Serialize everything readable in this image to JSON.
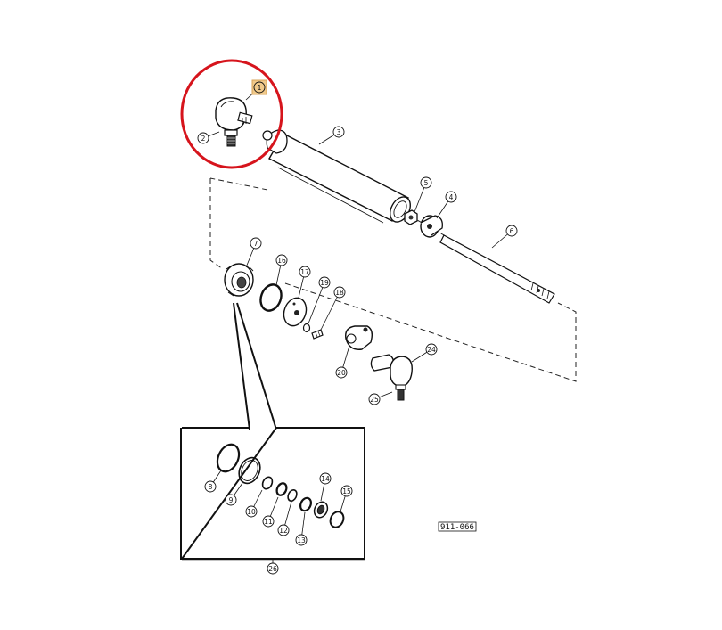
{
  "diagram": {
    "reference_code": "911-066",
    "highlight_color": "#d6141c",
    "selected_badge_color": "#f0c98a",
    "callouts": [
      {
        "id": "1",
        "label": "1"
      },
      {
        "id": "2",
        "label": "2"
      },
      {
        "id": "3",
        "label": "3"
      },
      {
        "id": "4",
        "label": "4"
      },
      {
        "id": "5",
        "label": "5"
      },
      {
        "id": "6",
        "label": "6"
      },
      {
        "id": "7",
        "label": "7"
      },
      {
        "id": "8",
        "label": "8"
      },
      {
        "id": "9",
        "label": "9"
      },
      {
        "id": "10",
        "label": "10"
      },
      {
        "id": "11",
        "label": "11"
      },
      {
        "id": "12",
        "label": "12"
      },
      {
        "id": "13",
        "label": "13"
      },
      {
        "id": "14",
        "label": "14"
      },
      {
        "id": "15",
        "label": "15"
      },
      {
        "id": "16",
        "label": "16"
      },
      {
        "id": "17",
        "label": "17"
      },
      {
        "id": "18",
        "label": "18"
      },
      {
        "id": "19",
        "label": "19"
      },
      {
        "id": "20",
        "label": "20"
      },
      {
        "id": "24",
        "label": "24"
      },
      {
        "id": "25",
        "label": "25"
      },
      {
        "id": "26",
        "label": "26"
      }
    ]
  }
}
